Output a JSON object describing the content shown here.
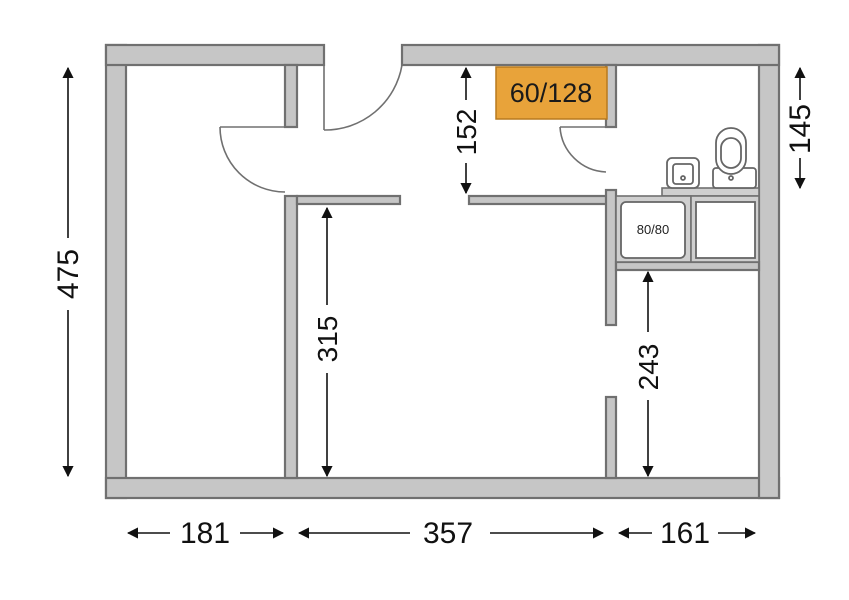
{
  "dimensions": {
    "overall_height": "475",
    "bottom_left_width": "181",
    "bottom_middle_width": "357",
    "bottom_right_width": "161",
    "bathroom_depth": "145",
    "hall_depth": "152",
    "middle_room_height": "315",
    "right_room_height": "243"
  },
  "labels": {
    "stairwell_label": "60/128",
    "shower_label": "80/80"
  },
  "colors": {
    "wall_fill": "#c6c6c6",
    "wall_stroke": "#707070",
    "label_fill": "#e8a33a"
  }
}
